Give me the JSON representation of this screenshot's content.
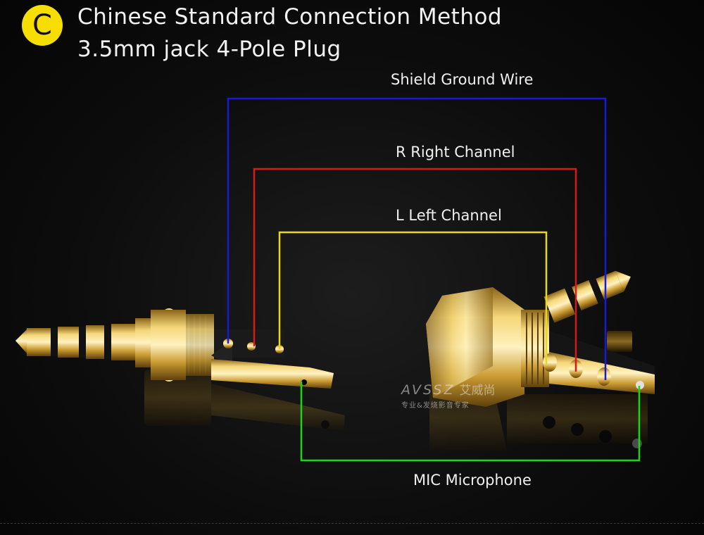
{
  "badge": "C",
  "title_line1": "Chinese Standard Connection Method",
  "title_line2": "3.5mm jack 4-Pole Plug",
  "wires": {
    "shield": {
      "label": "Shield Ground Wire",
      "color": "#1a1ad6"
    },
    "right": {
      "label": "R Right Channel",
      "color": "#d41a1a"
    },
    "left": {
      "label": "L Left Channel",
      "color": "#e8d81a"
    },
    "mic": {
      "label": "MIC Microphone",
      "color": "#1ad61a"
    }
  },
  "watermark": {
    "brand": "AVSSZ",
    "cn": "艾威尚",
    "slogan": "专业&发烧影音专家"
  },
  "colors": {
    "gold": "#d4a93a",
    "background": "#0b0b0b"
  }
}
